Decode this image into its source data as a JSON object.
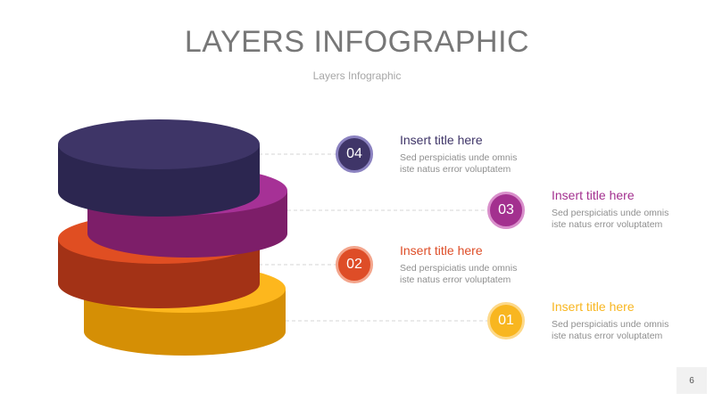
{
  "header": {
    "title": "LAYERS INFOGRAPHIC",
    "subtitle": "Layers Infographic"
  },
  "items": [
    {
      "number": "04",
      "title": "Insert title here",
      "desc_line1": "Sed perspiciatis unde omnis",
      "desc_line2": "iste natus error voluptatem",
      "color": "#3f3568"
    },
    {
      "number": "03",
      "title": "Insert title here",
      "desc_line1": "Sed perspiciatis unde omnis",
      "desc_line2": "iste natus error voluptatem",
      "color": "#a3308f"
    },
    {
      "number": "02",
      "title": "Insert title here",
      "desc_line1": "Sed perspiciatis unde omnis",
      "desc_line2": "iste natus error voluptatem",
      "color": "#de4d27"
    },
    {
      "number": "01",
      "title": "Insert title here",
      "desc_line1": "Sed perspiciatis unde omnis",
      "desc_line2": "iste natus error voluptatem",
      "color": "#f8b620"
    }
  ],
  "footer": {
    "page_number": "6"
  }
}
